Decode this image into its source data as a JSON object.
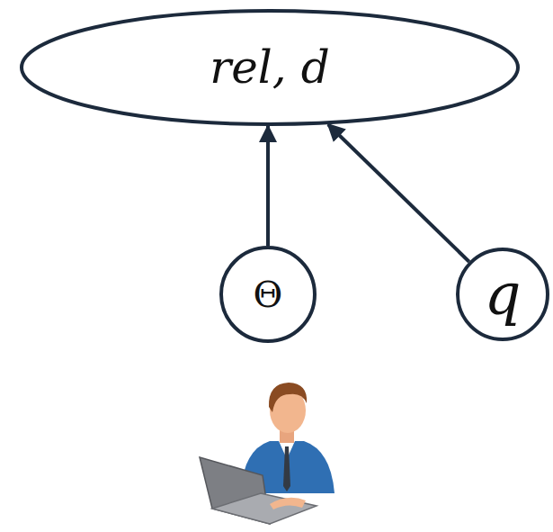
{
  "diagram": {
    "nodes": [
      {
        "text": [
          "rel, d"
        ]
      },
      {
        "text": [
          "Θ"
        ]
      },
      {
        "text": [
          "q"
        ]
      }
    ],
    "edges": [
      {
        "from": 1,
        "to": 0,
        "arrow": "to"
      },
      {
        "from": 2,
        "to": 0,
        "arrow": "to"
      }
    ]
  }
}
